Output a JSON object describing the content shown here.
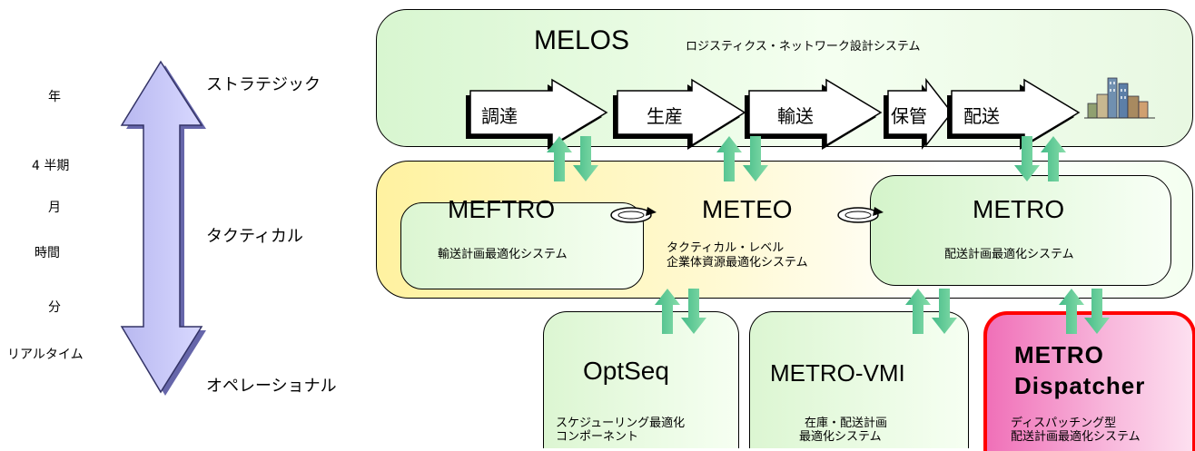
{
  "timescale": {
    "labels": [
      "年",
      "4 半期",
      "月",
      "時間",
      "分",
      "リアルタイム"
    ],
    "levels": [
      "ストラテジック",
      "タクティカル",
      "オペレーショナル"
    ]
  },
  "melos": {
    "title": "MELOS",
    "subtitle": "ロジスティクス・ネットワーク設計システム",
    "steps": [
      "調達",
      "生産",
      "輸送",
      "保管",
      "配送"
    ]
  },
  "tactical": {
    "meftro": {
      "title": "MEFTRO",
      "subtitle": "輸送計画最適化システム"
    },
    "meteo": {
      "title": "METEO",
      "subtitle_line1": "タクティカル・レベル",
      "subtitle_line2": "企業体資源最適化システム"
    },
    "metro": {
      "title": "METRO",
      "subtitle": "配送計画最適化システム"
    }
  },
  "operational": {
    "optseq": {
      "title": "OptSeq",
      "subtitle_line1": "スケジューリング最適化",
      "subtitle_line2": "コンポーネント"
    },
    "metro_vmi": {
      "title": "METRO-VMI",
      "subtitle_line1": "在庫・配送計画",
      "subtitle_line2": "最適化システム"
    },
    "dispatcher": {
      "title_line1": "METRO",
      "title_line2": "Dispatcher",
      "subtitle_line1": "ディスパッチング型",
      "subtitle_line2": "配送計画最適化システム"
    }
  },
  "colors": {
    "green_light": "#f3fff0",
    "green_mid": "#d6f5cc",
    "yellow": "#fff4b8",
    "lavender": "#c8c8ff",
    "arrow_green": "#66cc99",
    "dispatcher_pink": "#f080c0",
    "dispatcher_border": "#ff0000"
  }
}
